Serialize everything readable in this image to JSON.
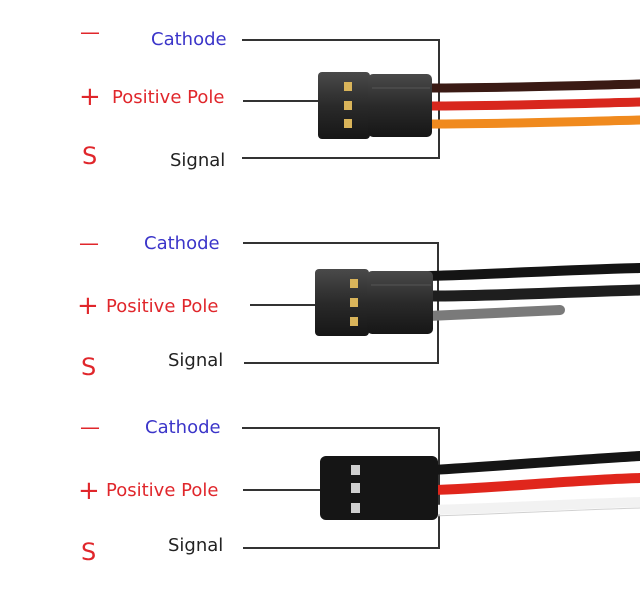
{
  "colors": {
    "cathode": "#3b35c9",
    "positive": "#e0262b",
    "signal": "#222222",
    "symbol": "#e0262b"
  },
  "groups": [
    {
      "symbols": {
        "minus": "—",
        "plus": "+",
        "signal": "S"
      },
      "labels": {
        "cathode": "Cathode",
        "positive": "Positive Pole",
        "signal": "Signal"
      },
      "wire_colors": [
        "#3a1a14",
        "#d8271d",
        "#f08a1e"
      ]
    },
    {
      "symbols": {
        "minus": "—",
        "plus": "+",
        "signal": "S"
      },
      "labels": {
        "cathode": "Cathode",
        "positive": "Positive Pole",
        "signal": "Signal"
      },
      "wire_colors": [
        "#141414",
        "#1e1e1e",
        "#7a7a7a"
      ]
    },
    {
      "symbols": {
        "minus": "—",
        "plus": "+",
        "signal": "S"
      },
      "labels": {
        "cathode": "Cathode",
        "positive": "Positive Pole",
        "signal": "Signal"
      },
      "wire_colors": [
        "#151515",
        "#e0261c",
        "#f2f2f2"
      ]
    }
  ]
}
